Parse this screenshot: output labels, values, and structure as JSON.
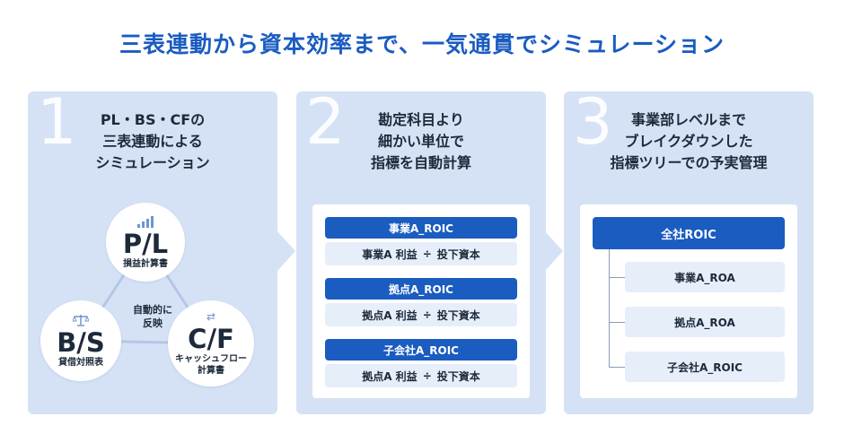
{
  "headline": "三表連動から資本効率まで、一気通貫でシミュレーション",
  "colors": {
    "accent": "#1a5cc0",
    "panel": "#d5e2f6",
    "light_box": "#e6eefa"
  },
  "panels": [
    {
      "number": "1",
      "title_lines": [
        "PL・BS・CFの",
        "三表連動による",
        "シミュレーション"
      ],
      "circles": {
        "pl": {
          "label": "P/L",
          "sub": "損益計算書",
          "icon": "bar-chart-icon"
        },
        "bs": {
          "label": "B/S",
          "sub": "貸借対照表",
          "icon": "balance-scale-icon"
        },
        "cf": {
          "label": "C/F",
          "sub_lines": [
            "キャッシュフロー",
            "計算書"
          ],
          "icon": "exchange-arrows-icon"
        }
      },
      "center_lines": [
        "自動的に",
        "反映"
      ]
    },
    {
      "number": "2",
      "title_lines": [
        "勘定科目より",
        "細かい単位で",
        "指標を自動計算"
      ],
      "kpis": [
        {
          "name": "事業A_ROIC",
          "formula": [
            "事業A 利益",
            "÷",
            "投下資本"
          ]
        },
        {
          "name": "拠点A_ROIC",
          "formula": [
            "拠点A 利益",
            "÷",
            "投下資本"
          ]
        },
        {
          "name": "子会社A_ROIC",
          "formula": [
            "拠点A 利益",
            "÷",
            "投下資本"
          ]
        }
      ]
    },
    {
      "number": "3",
      "title_lines": [
        "事業部レベルまで",
        "ブレイクダウンした",
        "指標ツリーでの予実管理"
      ],
      "tree": {
        "root": "全社ROIC",
        "children": [
          "事業A_ROA",
          "拠点A_ROA",
          "子会社A_ROIC"
        ]
      }
    }
  ]
}
